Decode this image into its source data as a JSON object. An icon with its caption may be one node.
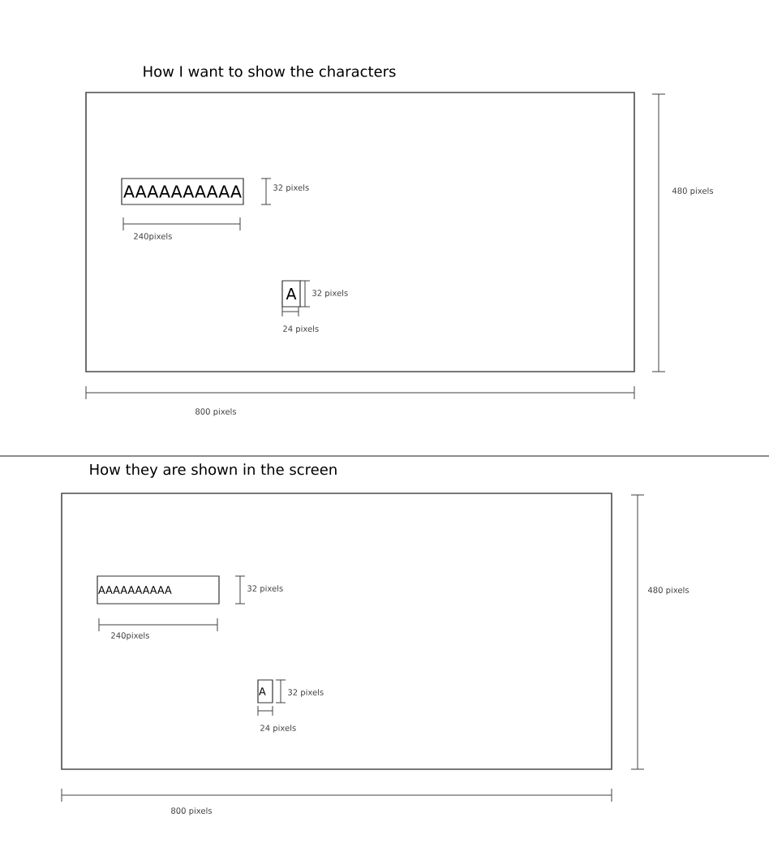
{
  "diagram": {
    "nodes": [
      {
        "text": [
          "How I want to show the characters"
        ]
      },
      {
        "text": [
          "AAAAAAAAAA"
        ],
        "in": 0
      },
      {
        "text": [
          "A"
        ],
        "in": 0
      },
      {
        "text": [
          "How they are shown in the screen"
        ]
      },
      {
        "text": [
          "AAAAAAAAAA"
        ],
        "in": 3
      },
      {
        "text": [
          "A"
        ],
        "in": 3
      }
    ],
    "labels": [
      "32 pixels",
      "480 pixels",
      "240pixels",
      "32 pixels",
      "24 pixels",
      "800 pixels",
      "32 pixels",
      "480 pixels",
      "240pixels",
      "32 pixels",
      "24 pixels",
      "800 pixels"
    ]
  }
}
